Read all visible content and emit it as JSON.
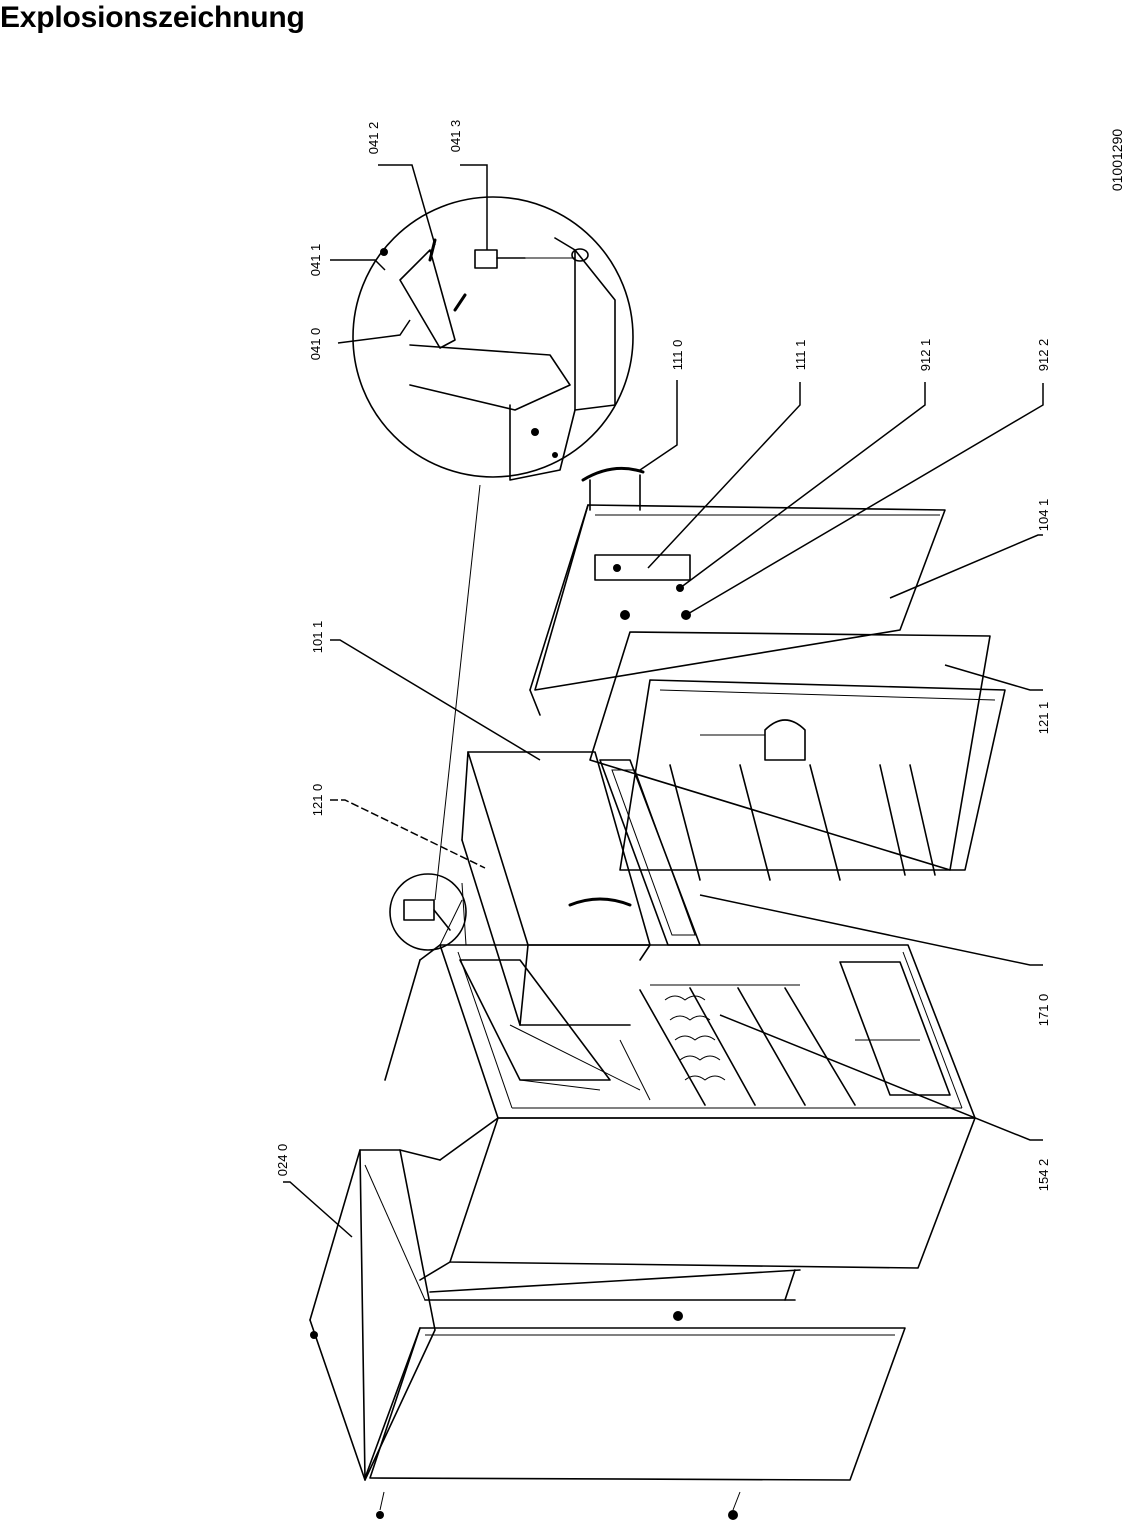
{
  "header": {
    "title": "Explosionszeichnung"
  },
  "drawing_number": "01001290",
  "callouts": {
    "c0412": "041 2",
    "c0413": "041 3",
    "c0411": "041 1",
    "c0410": "041 0",
    "c1110": "111 0",
    "c1111": "111 1",
    "c9121": "912 1",
    "c9122": "912 2",
    "c1011": "101 1",
    "c1210": "121 0",
    "c1041": "104 1",
    "c1211": "121 1",
    "c0240": "024 0",
    "c1710": "171 0",
    "c1542": "154 2"
  },
  "colors": {
    "line": "#000000",
    "background": "#ffffff"
  }
}
